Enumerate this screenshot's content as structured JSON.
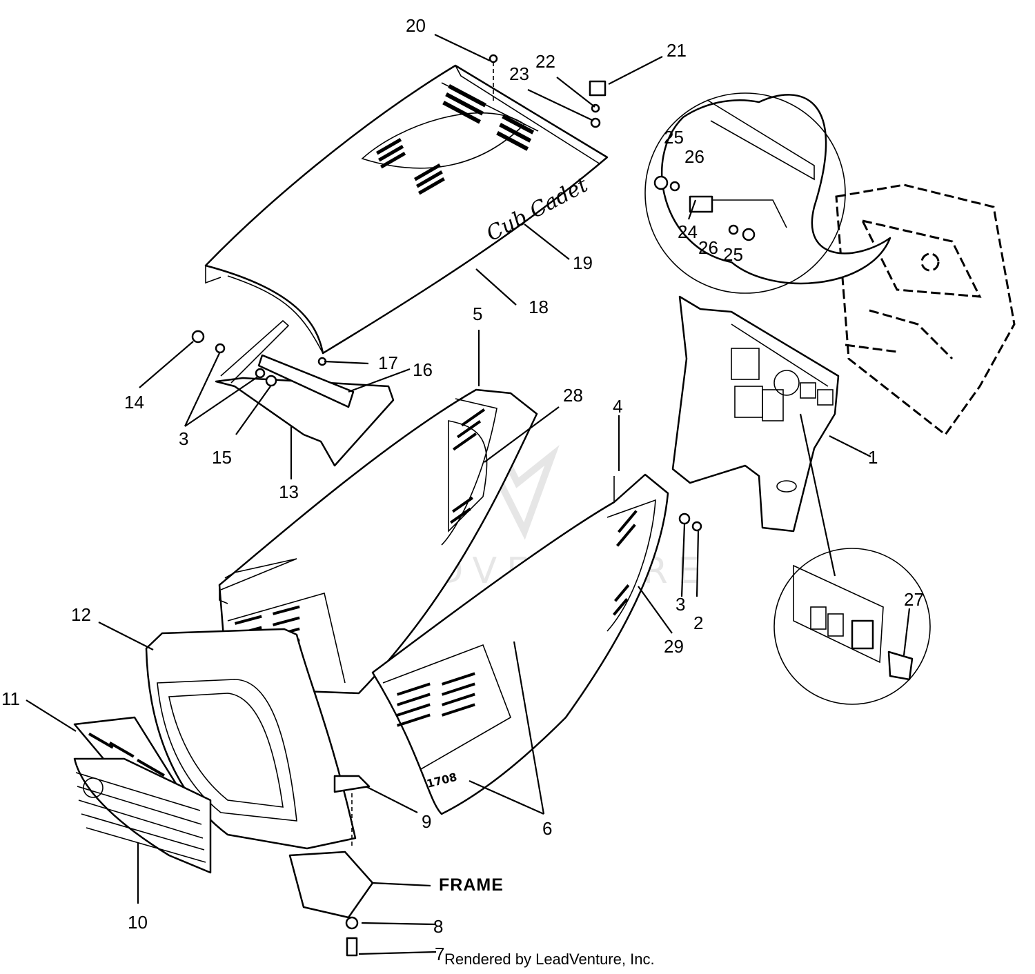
{
  "callouts": [
    {
      "id": "1",
      "label": "1"
    },
    {
      "id": "2",
      "label": "2"
    },
    {
      "id": "3a",
      "label": "3"
    },
    {
      "id": "3b",
      "label": "3"
    },
    {
      "id": "4",
      "label": "4"
    },
    {
      "id": "5",
      "label": "5"
    },
    {
      "id": "6",
      "label": "6"
    },
    {
      "id": "7",
      "label": "7"
    },
    {
      "id": "8",
      "label": "8"
    },
    {
      "id": "9",
      "label": "9"
    },
    {
      "id": "10",
      "label": "10"
    },
    {
      "id": "11",
      "label": "11"
    },
    {
      "id": "12",
      "label": "12"
    },
    {
      "id": "13",
      "label": "13"
    },
    {
      "id": "14",
      "label": "14"
    },
    {
      "id": "15",
      "label": "15"
    },
    {
      "id": "16",
      "label": "16"
    },
    {
      "id": "17",
      "label": "17"
    },
    {
      "id": "18",
      "label": "18"
    },
    {
      "id": "19",
      "label": "19"
    },
    {
      "id": "20",
      "label": "20"
    },
    {
      "id": "21",
      "label": "21"
    },
    {
      "id": "22",
      "label": "22"
    },
    {
      "id": "23",
      "label": "23"
    },
    {
      "id": "24",
      "label": "24"
    },
    {
      "id": "25a",
      "label": "25"
    },
    {
      "id": "25b",
      "label": "25"
    },
    {
      "id": "26a",
      "label": "26"
    },
    {
      "id": "26b",
      "label": "26"
    },
    {
      "id": "27",
      "label": "27"
    },
    {
      "id": "28",
      "label": "28"
    },
    {
      "id": "29",
      "label": "29"
    }
  ],
  "frame_label": "FRAME",
  "hood_logo": "Cub Cadet",
  "side_panel_badge": "1708",
  "watermark": "LEADVENTURE",
  "footer": "Rendered by LeadVenture, Inc."
}
